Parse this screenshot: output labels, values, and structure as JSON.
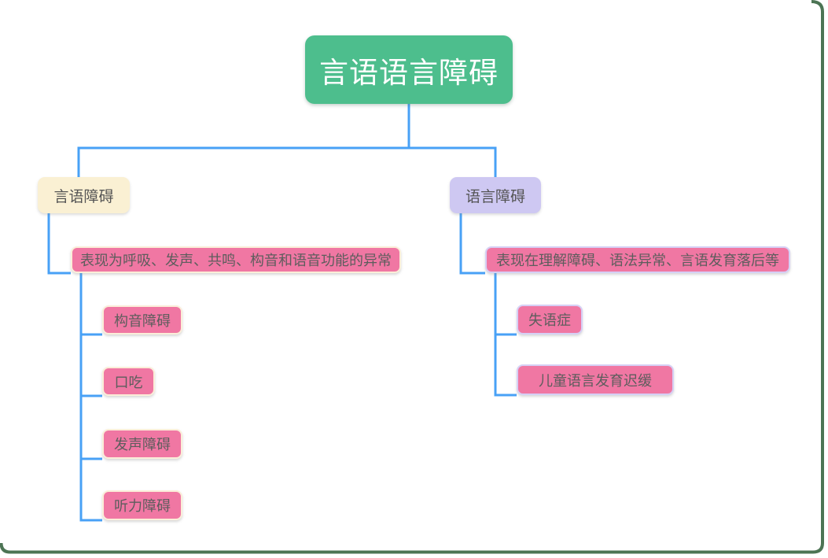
{
  "canvas": {
    "background": "#ffffff",
    "frame_color": "#4c7454",
    "connector_color": "#48a1f6"
  },
  "root": {
    "label": "言语语言障碍",
    "bg": "#4dbe8d",
    "text_color": "#ffffff"
  },
  "branches": [
    {
      "label": "言语障碍",
      "bg": "#faf0d3",
      "description": {
        "label": "表现为呼吸、发声、共鸣、构音和语音功能的异常",
        "bg": "#f077a3",
        "border": "#fbeed9"
      },
      "children": [
        {
          "label": "构音障碍"
        },
        {
          "label": "口吃"
        },
        {
          "label": "发声障碍"
        },
        {
          "label": "听力障碍"
        }
      ]
    },
    {
      "label": "语言障碍",
      "bg": "#cec8f2",
      "description": {
        "label": "表现在理解障碍、语法异常、言语发育落后等",
        "bg": "#f077a3",
        "border": "#d6d0f5"
      },
      "children": [
        {
          "label": "失语症"
        },
        {
          "label": "儿童语言发育迟缓"
        }
      ]
    }
  ],
  "leaf_style": {
    "bg": "#f077a3",
    "text_color": "#5d5d5d"
  }
}
